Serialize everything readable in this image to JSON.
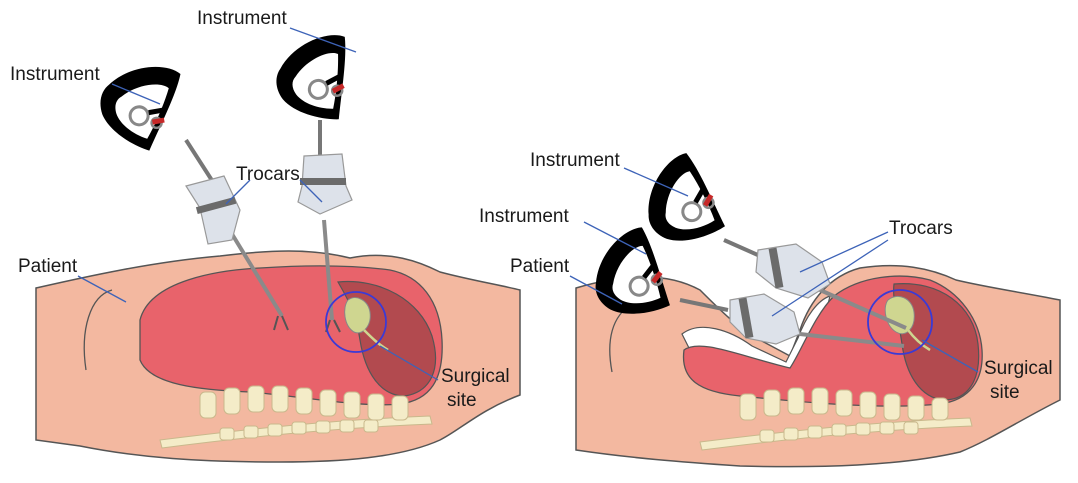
{
  "left_panel": {
    "labels": {
      "instrument_top": "Instrument",
      "instrument_left": "Instrument",
      "trocars": "Trocars",
      "patient": "Patient",
      "surgical_site_line1": "Surgical",
      "surgical_site_line2": "site"
    }
  },
  "right_panel": {
    "labels": {
      "instrument_top": "Instrument",
      "instrument_left": "Instrument",
      "trocars": "Trocars",
      "patient": "Patient",
      "surgical_site_line1": "Surgical",
      "surgical_site_line2": "site"
    }
  },
  "colors": {
    "skin": "#f3b8a0",
    "cavity": "#e8636b",
    "cavity_dark": "#b24a4f",
    "organ": "#cfd690",
    "vertebra": "#f4ecc8",
    "trocar": "#dde2ea",
    "handle": "#000000",
    "leader_line": "#3d63b8",
    "target_circle": "#3a3ad6"
  }
}
